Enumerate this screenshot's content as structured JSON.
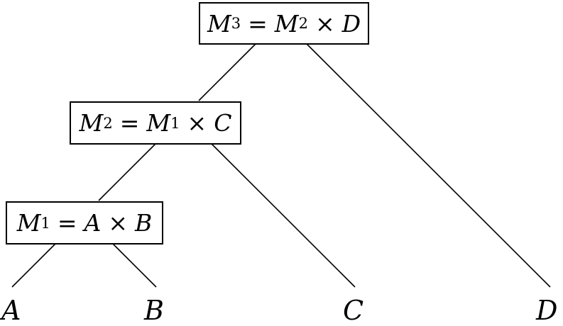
{
  "nodes": {
    "m3": {
      "lhs": "M",
      "lhs_sub": "3",
      "eq": "=",
      "a": "M",
      "a_sub": "2",
      "op": "×",
      "b": "D"
    },
    "m2": {
      "lhs": "M",
      "lhs_sub": "2",
      "eq": "=",
      "a": "M",
      "a_sub": "1",
      "op": "×",
      "b": "C"
    },
    "m1": {
      "lhs": "M",
      "lhs_sub": "1",
      "eq": "=",
      "a": "A",
      "a_sub": "",
      "op": "×",
      "b": "B"
    }
  },
  "leaves": {
    "a": "A",
    "b": "B",
    "c": "C",
    "d": "D"
  }
}
